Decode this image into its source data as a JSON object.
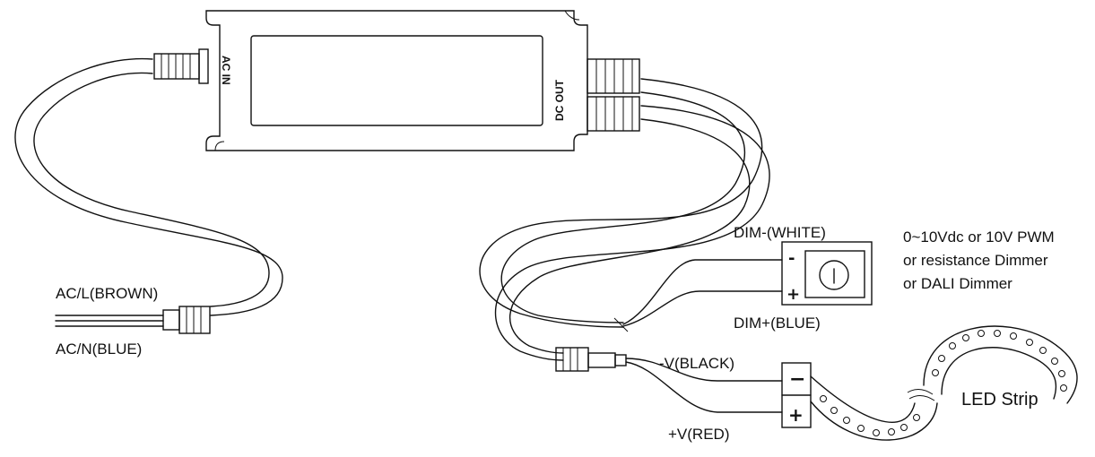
{
  "driver": {
    "ac_in_label": "AC IN",
    "dc_out_label": "DC OUT"
  },
  "wires": {
    "ac_l": "AC/L(BROWN)",
    "ac_n": "AC/N(BLUE)",
    "dim_minus": "DIM-(WHITE)",
    "dim_plus": "DIM+(BLUE)",
    "v_minus": "-V(BLACK)",
    "v_plus": "+V(RED)"
  },
  "dimmer": {
    "line1": "0~10Vdc or 10V PWM",
    "line2": "or resistance Dimmer",
    "line3": "or DALI Dimmer",
    "minus_sign": "-",
    "plus_sign": "+"
  },
  "load": {
    "minus_sign": "−",
    "plus_sign": "+",
    "label": "LED Strip"
  },
  "colors": {
    "line": "#111111",
    "background": "#ffffff"
  }
}
